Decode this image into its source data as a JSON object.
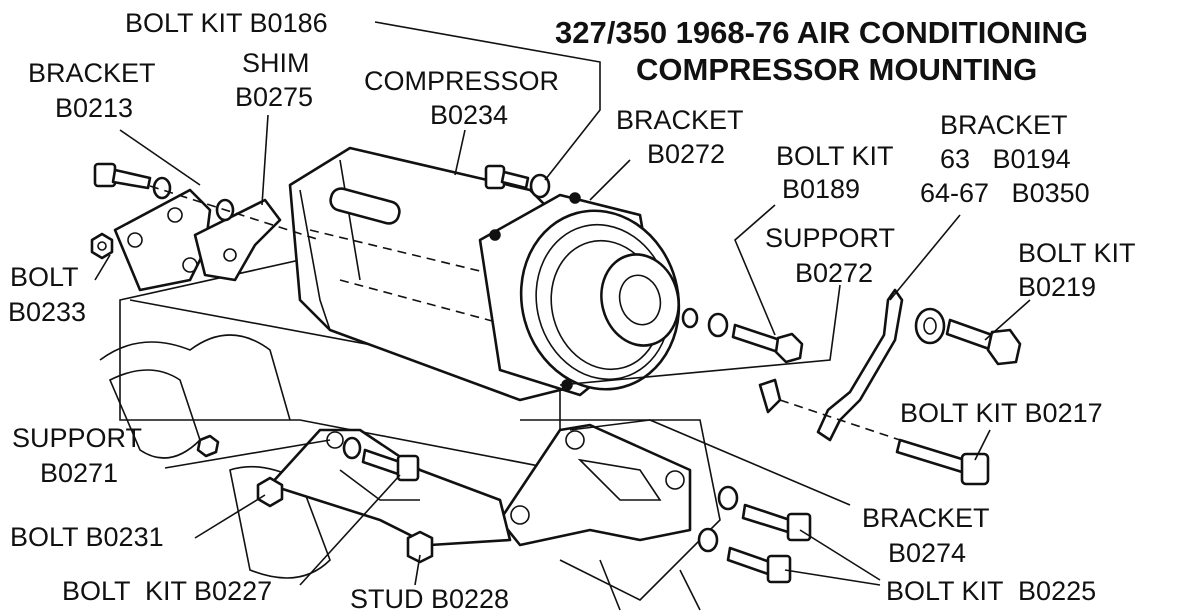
{
  "title": {
    "line1": "327/350 1968-76 AIR CONDITIONING",
    "line2": "COMPRESSOR MOUNTING"
  },
  "labels": {
    "bolt_kit_b0186": "BOLT KIT  B0186",
    "shim": {
      "name": "SHIM",
      "code": "B0275"
    },
    "bracket_b0213": {
      "name": "BRACKET",
      "code": "B0213"
    },
    "compressor": {
      "name": "COMPRESSOR",
      "code": "B0234"
    },
    "bracket_b0272": {
      "name": "BRACKET",
      "code": "B0272"
    },
    "bolt_kit_b0189": {
      "name": "BOLT KIT",
      "code": "B0189"
    },
    "bracket_b0194": {
      "name": "BRACKET",
      "line2": "63   B0194",
      "line3": "64-67   B0350"
    },
    "support_b0272": {
      "name": "SUPPORT",
      "code": "B0272"
    },
    "bolt_kit_b0219": {
      "name": "BOLT KIT",
      "code": "B0219"
    },
    "bolt_b0233": {
      "name": "BOLT",
      "code": "B0233"
    },
    "bolt_kit_b0217": "BOLT KIT B0217",
    "support_b0271": {
      "name": "SUPPORT",
      "code": "B0271"
    },
    "bracket_b0274": {
      "name": "BRACKET",
      "code": "B0274"
    },
    "bolt_b0231": "BOLT B0231",
    "bolt_kit_b0227": "BOLT  KIT B0227",
    "stud_b0228": "STUD B0228",
    "bolt_kit_b0225": "BOLT KIT  B0225"
  }
}
